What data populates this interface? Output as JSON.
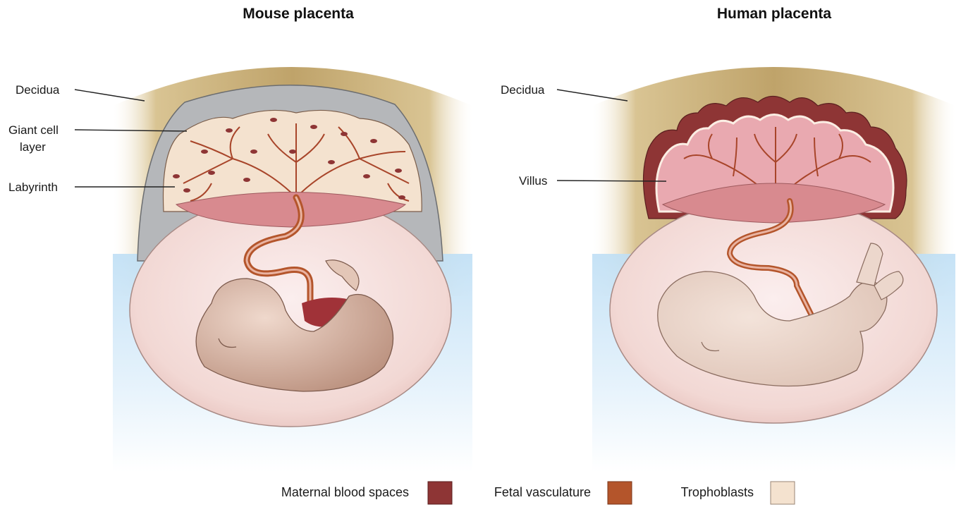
{
  "panels": {
    "mouse": {
      "title": "Mouse placenta",
      "labels": {
        "decidua": "Decidua",
        "giant_cell_line1": "Giant cell",
        "giant_cell_line2": "layer",
        "labyrinth": "Labyrinth"
      }
    },
    "human": {
      "title": "Human placenta",
      "labels": {
        "decidua": "Decidua",
        "villus": "Villus"
      }
    }
  },
  "legend": {
    "items": [
      {
        "label": "Maternal blood spaces",
        "color": "#8e3535"
      },
      {
        "label": "Fetal vasculature",
        "color": "#b4552b"
      },
      {
        "label": "Trophoblasts",
        "color": "#f4e2cf"
      }
    ]
  },
  "colors": {
    "decidua": "#bfa36a",
    "giant_cell_layer": "#b5b7ba",
    "amniotic_sac": "#f0d7d2",
    "chorionic_plate": "#d88a8f",
    "fetus": "#d7b6a5",
    "uterine_fluid": "#cfe6f6"
  }
}
